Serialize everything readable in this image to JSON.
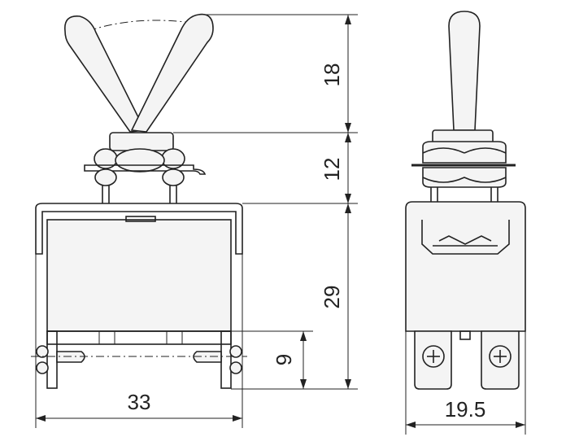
{
  "dimensions": {
    "lever_height": "18",
    "bushing_height": "12",
    "body_height": "29",
    "terminal_offset": "9",
    "body_width": "33",
    "side_width": "19.5"
  },
  "colors": {
    "line": "#222222",
    "background": "#ffffff",
    "fill": "#f4f4f4"
  }
}
